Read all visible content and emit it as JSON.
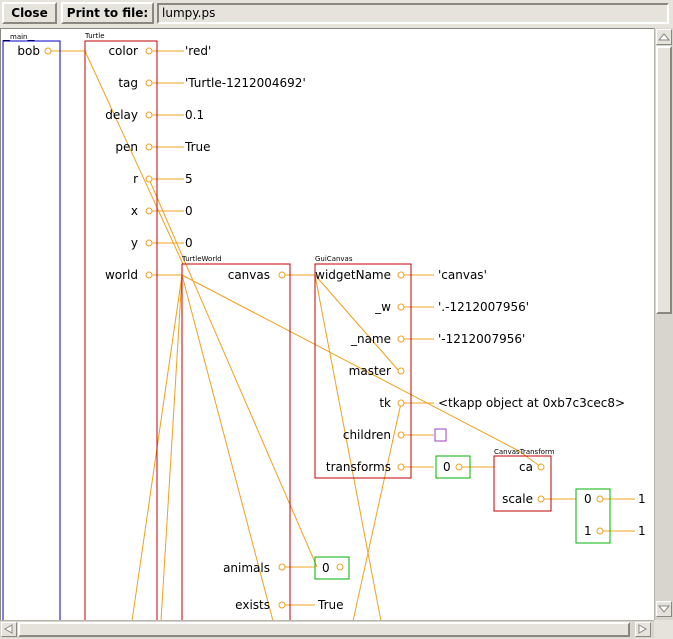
{
  "toolbar": {
    "close_label": "Close",
    "print_label": "Print to file:",
    "filename": "lumpy.ps"
  },
  "colors": {
    "wire": "#f0a020",
    "frame": "#0000c0",
    "instance": "#c00000",
    "sequence": "#00b000",
    "set": "#a040c0"
  },
  "diagram": {
    "frames": [
      {
        "name": "__main__",
        "fields": [
          {
            "key": "bob"
          }
        ]
      }
    ],
    "objects": [
      {
        "name": "Turtle",
        "fields": [
          {
            "key": "color",
            "value": "'red'"
          },
          {
            "key": "tag",
            "value": "'Turtle-1212004692'"
          },
          {
            "key": "delay",
            "value": "0.1"
          },
          {
            "key": "pen",
            "value": "True"
          },
          {
            "key": "r",
            "value": "5"
          },
          {
            "key": "x",
            "value": "0"
          },
          {
            "key": "y",
            "value": "0"
          },
          {
            "key": "world",
            "value": ""
          }
        ]
      },
      {
        "name": "TurtleWorld",
        "fields": [
          {
            "key": "canvas",
            "value": ""
          },
          {
            "key": "animals",
            "value": ""
          },
          {
            "key": "exists",
            "value": "True"
          }
        ]
      },
      {
        "name": "GuiCanvas",
        "fields": [
          {
            "key": "widgetName",
            "value": "'canvas'"
          },
          {
            "key": "_w",
            "value": "'.-1212007956'"
          },
          {
            "key": "_name",
            "value": "'-1212007956'"
          },
          {
            "key": "master",
            "value": ""
          },
          {
            "key": "tk",
            "value": "<tkapp object at 0xb7c3cec8>"
          },
          {
            "key": "children",
            "value": ""
          },
          {
            "key": "transforms",
            "value": ""
          }
        ]
      },
      {
        "name": "CanvasTransform",
        "fields": [
          {
            "key": "ca",
            "value": ""
          },
          {
            "key": "scale",
            "value": ""
          }
        ]
      }
    ],
    "sequences": [
      {
        "id": "transforms_list",
        "items": [
          {
            "index": "0"
          }
        ]
      },
      {
        "id": "animals_list",
        "items": [
          {
            "index": "0"
          }
        ]
      },
      {
        "id": "scale_list",
        "items": [
          {
            "index": "0",
            "value": "1"
          },
          {
            "index": "1",
            "value": "1"
          }
        ]
      }
    ]
  }
}
